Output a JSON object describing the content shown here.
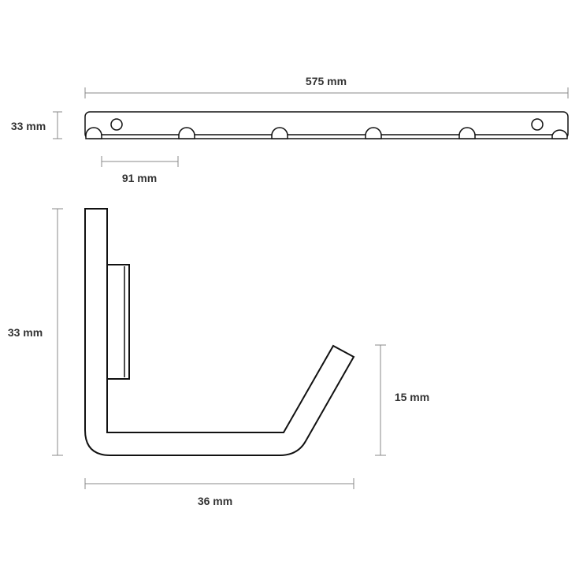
{
  "dimensions": {
    "rail_length": "575 mm",
    "rail_height": "33 mm",
    "hook_spacing": "91 mm",
    "hook_height": "33 mm",
    "hook_tip_height": "15 mm",
    "hook_depth": "36 mm"
  },
  "colors": {
    "outline": "#111111",
    "dimension_line": "#888888",
    "dimension_text": "#333333"
  }
}
